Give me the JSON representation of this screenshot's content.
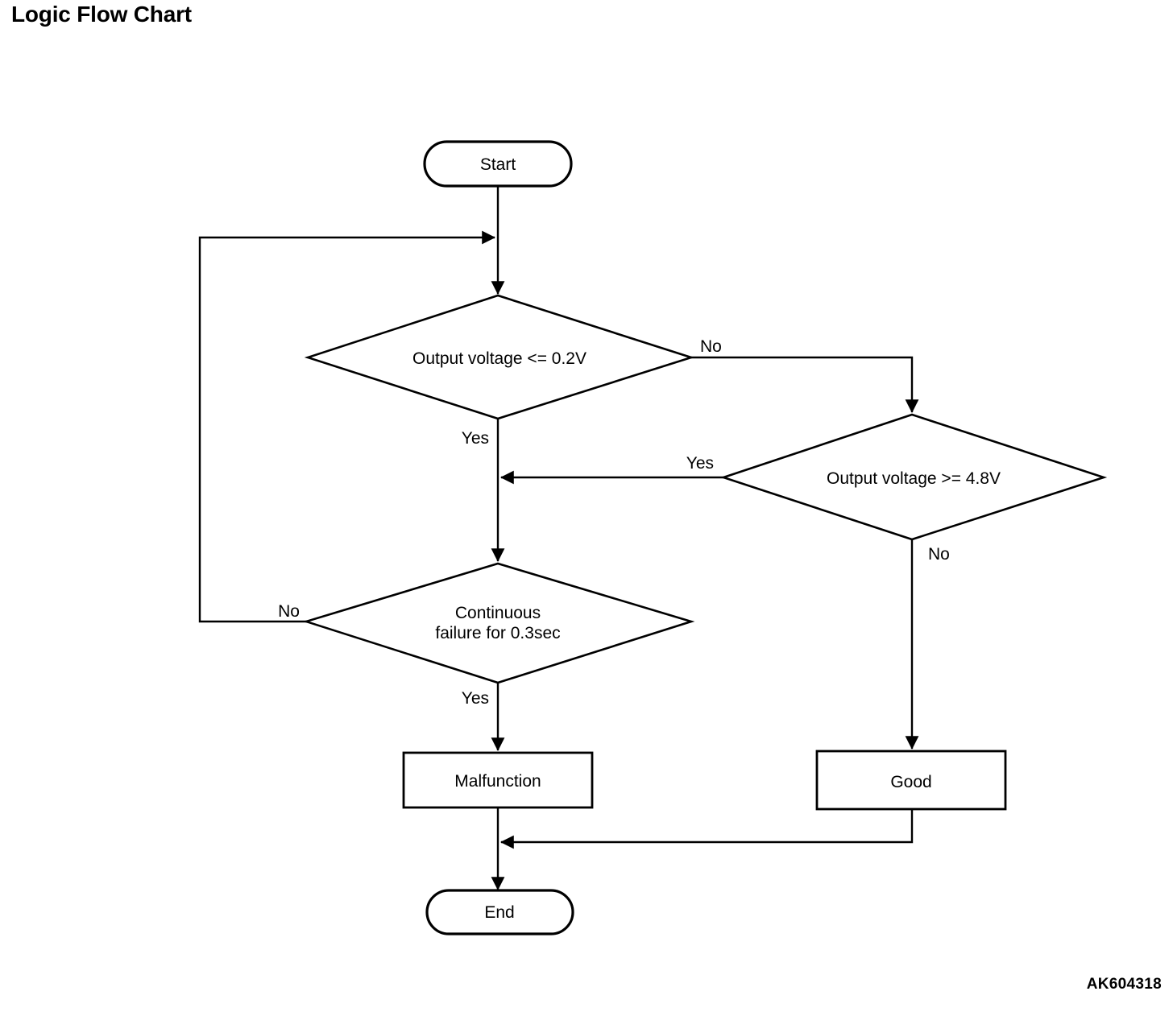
{
  "page": {
    "title": "Logic Flow Chart",
    "figure_code": "AK604318",
    "background_color": "#ffffff",
    "line_color": "#000000"
  },
  "flowchart": {
    "nodes": {
      "start": {
        "label": "Start",
        "shape": "terminator"
      },
      "decision_low": {
        "label": "Output voltage <= 0.2V",
        "shape": "decision"
      },
      "decision_high": {
        "label": "Output voltage >= 4.8V",
        "shape": "decision"
      },
      "decision_duration": {
        "label_line1": "Continuous",
        "label_line2": "failure for 0.3sec",
        "shape": "decision"
      },
      "malfunction": {
        "label": "Malfunction",
        "shape": "process"
      },
      "good": {
        "label": "Good",
        "shape": "process"
      },
      "end": {
        "label": "End",
        "shape": "terminator"
      }
    },
    "edge_labels": {
      "low_no": "No",
      "low_yes": "Yes",
      "high_yes": "Yes",
      "high_no": "No",
      "duration_no": "No",
      "duration_yes": "Yes"
    }
  }
}
